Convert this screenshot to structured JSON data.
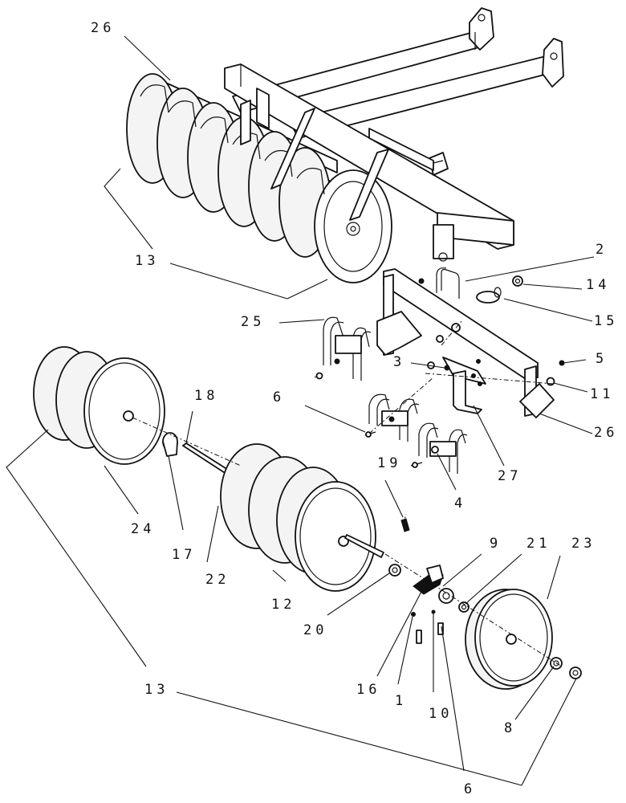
{
  "labels": {
    "l1": "1",
    "l2": "2",
    "l3": "3",
    "l4": "4",
    "l5": "5",
    "l6a": "6",
    "l6b": "6",
    "l8": "8",
    "l9": "9",
    "l10": "10",
    "l11": "11",
    "l12": "12",
    "l13a": "13",
    "l13b": "13",
    "l14": "14",
    "l15": "15",
    "l16": "16",
    "l17": "17",
    "l18": "18",
    "l19": "19",
    "l20": "20",
    "l21": "21",
    "l22": "22",
    "l23": "23",
    "l24": "24",
    "l25": "25",
    "l26a": "26",
    "l26b": "26",
    "l27": "27"
  }
}
